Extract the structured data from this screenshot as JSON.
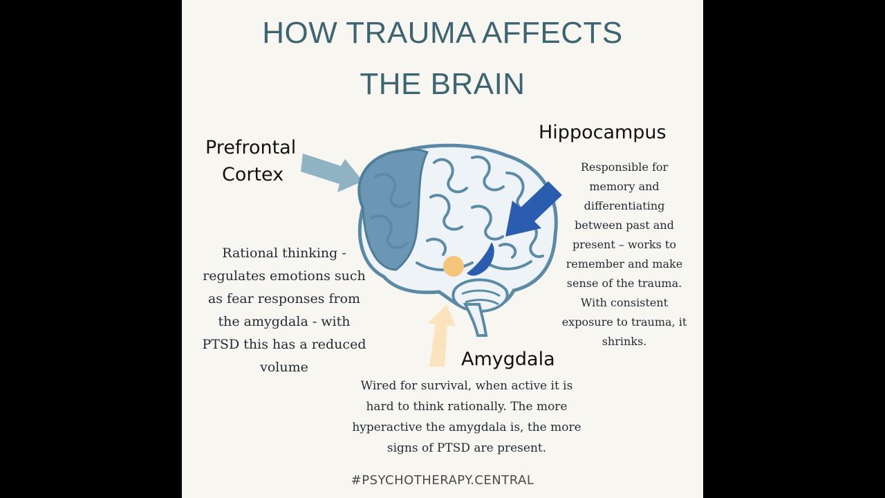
{
  "title": {
    "line1": "HOW TRAUMA AFFECTS",
    "line2": "THE BRAIN"
  },
  "prefrontal": {
    "name_line1": "Prefrontal",
    "name_line2": "Cortex",
    "description": [
      "Rational thinking -",
      "regulates emotions such",
      "as fear responses from",
      "the amygdala - with",
      "PTSD this has a reduced",
      "volume"
    ]
  },
  "hippocampus": {
    "name": "Hippocampus",
    "description": [
      "Responsible for",
      "memory and",
      "differentiating",
      "between past and",
      "present – works to",
      "remember and make",
      "sense of the trauma.",
      "With consistent",
      "exposure to trauma, it",
      "shrinks."
    ]
  },
  "amygdala": {
    "name": "Amygdala",
    "description": [
      "Wired for survival, when active it is",
      "hard to think rationally. The more",
      "hyperactive the amygdala is, the more",
      "signs of PTSD are present."
    ]
  },
  "footer": "#PSYCHOTHERAPY.CENTRAL",
  "colors": {
    "background": "#f8f6f1",
    "title": "#3c6571",
    "brain_outline": "#5b8aa6",
    "prefrontal_fill": "#6b97b4",
    "prefrontal_arrow": "#8fb3c2",
    "hippocampus": "#2a5cb0",
    "amygdala": "#f6c57c",
    "amygdala_arrow": "#fbe3be"
  }
}
